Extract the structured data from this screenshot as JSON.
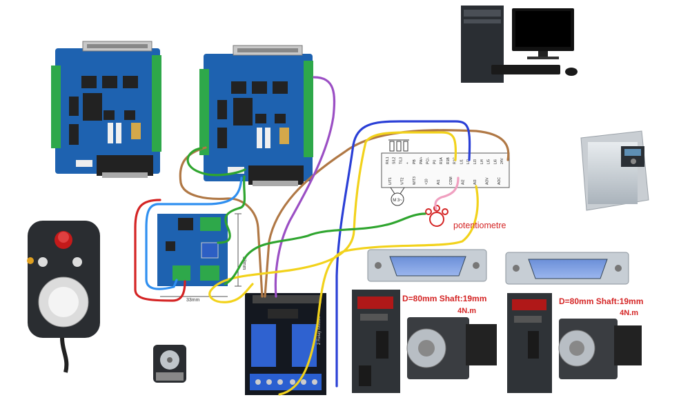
{
  "labels": {
    "potentiometre": "potentiometre",
    "servo_spec_left": "D=80mm Shaft:19mm",
    "servo_torque_left": "4N.m",
    "servo_spec_right": "D=80mm Shaft:19mm",
    "servo_torque_right": "4N.m",
    "relay_module_name": "2 Relay Module",
    "dim_height": "33mm",
    "dim_width": "33mm"
  },
  "vfd_terminals": {
    "top": [
      "R/L1",
      "S/L2",
      "T/L3",
      "+",
      "PB",
      "PA/+",
      "PC/-",
      "P0",
      "R1A",
      "R1B",
      "R1C",
      "LI1",
      "LI2",
      "LI3",
      "LI4",
      "LI5",
      "LI6",
      "24V"
    ],
    "bottom": [
      "U/T1",
      "V/T2",
      "W/T3",
      "+10",
      "AI1",
      "COM",
      "AI2",
      "AI3",
      "AOV",
      "AOC"
    ],
    "motor_label": "M 3~"
  },
  "colors": {
    "wire_brown": "#b07845",
    "wire_purple": "#9b4fc4",
    "wire_blue": "#2a3fd6",
    "wire_yellow": "#f2d21b",
    "wire_green": "#2fa52f",
    "wire_red": "#d42424",
    "wire_lightblue": "#2f8ff0",
    "wire_pink": "#f0a0c0",
    "label_red": "#d42424",
    "board_blue": "#1e62b0",
    "terminal_green": "#2ea84a"
  }
}
